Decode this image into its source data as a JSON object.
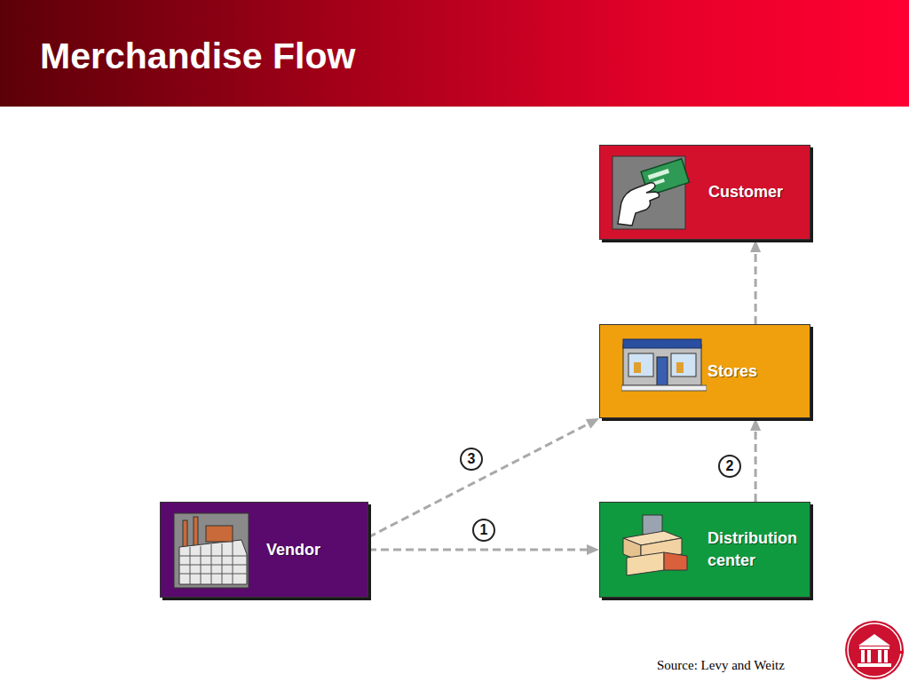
{
  "diagram": {
    "title": "Merchandise Flow",
    "nodes": [
      {
        "text": [
          "Customer"
        ]
      },
      {
        "text": [
          "Stores"
        ]
      },
      {
        "text": [
          "Vendor"
        ]
      },
      {
        "text": [
          "Distribution center"
        ]
      }
    ],
    "edges": [
      {
        "from": 2,
        "to": 3,
        "arrow": "to",
        "label": "1"
      },
      {
        "from": 3,
        "to": 1,
        "arrow": "to",
        "label": "2"
      },
      {
        "from": 2,
        "to": 1,
        "arrow": "to",
        "label": "3"
      },
      {
        "from": 1,
        "to": 0,
        "arrow": "to"
      }
    ],
    "labels": [
      "Source: Levy and Weitz"
    ]
  }
}
